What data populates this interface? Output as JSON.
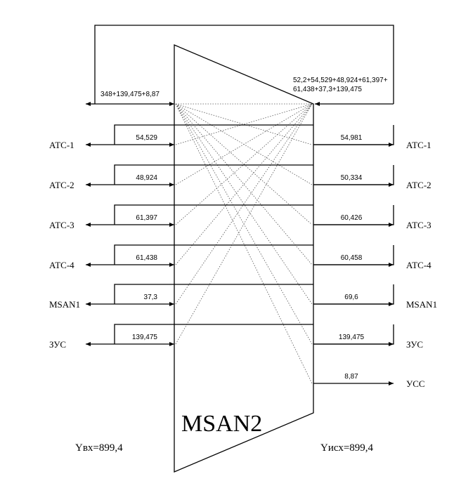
{
  "node_title": "MSAN2",
  "top_link": {
    "in_value": "348+139,475+8,87",
    "out_value_line1": "52,2+54,529+48,924+61,397+",
    "out_value_line2": "61,438+37,3+139,475"
  },
  "left_nodes": [
    {
      "name": "АТС-1",
      "value": "54,529"
    },
    {
      "name": "АТС-2",
      "value": "48,924"
    },
    {
      "name": "АТС-3",
      "value": "61,397"
    },
    {
      "name": "АТС-4",
      "value": "61,438"
    },
    {
      "name": "MSAN1",
      "value": "37,3"
    },
    {
      "name": "ЗУС",
      "value": "139,475"
    }
  ],
  "right_nodes": [
    {
      "name": "АТС-1",
      "value": "54,981"
    },
    {
      "name": "АТС-2",
      "value": "50,334"
    },
    {
      "name": "АТС-3",
      "value": "60,426"
    },
    {
      "name": "АТС-4",
      "value": "60,458"
    },
    {
      "name": "MSAN1",
      "value": "69,6"
    },
    {
      "name": "ЗУС",
      "value": "139,475"
    },
    {
      "name": "УСС",
      "value": "8,87"
    }
  ],
  "totals": {
    "in_label": "Yвх=899,4",
    "out_label": "Yисх=899,4"
  }
}
